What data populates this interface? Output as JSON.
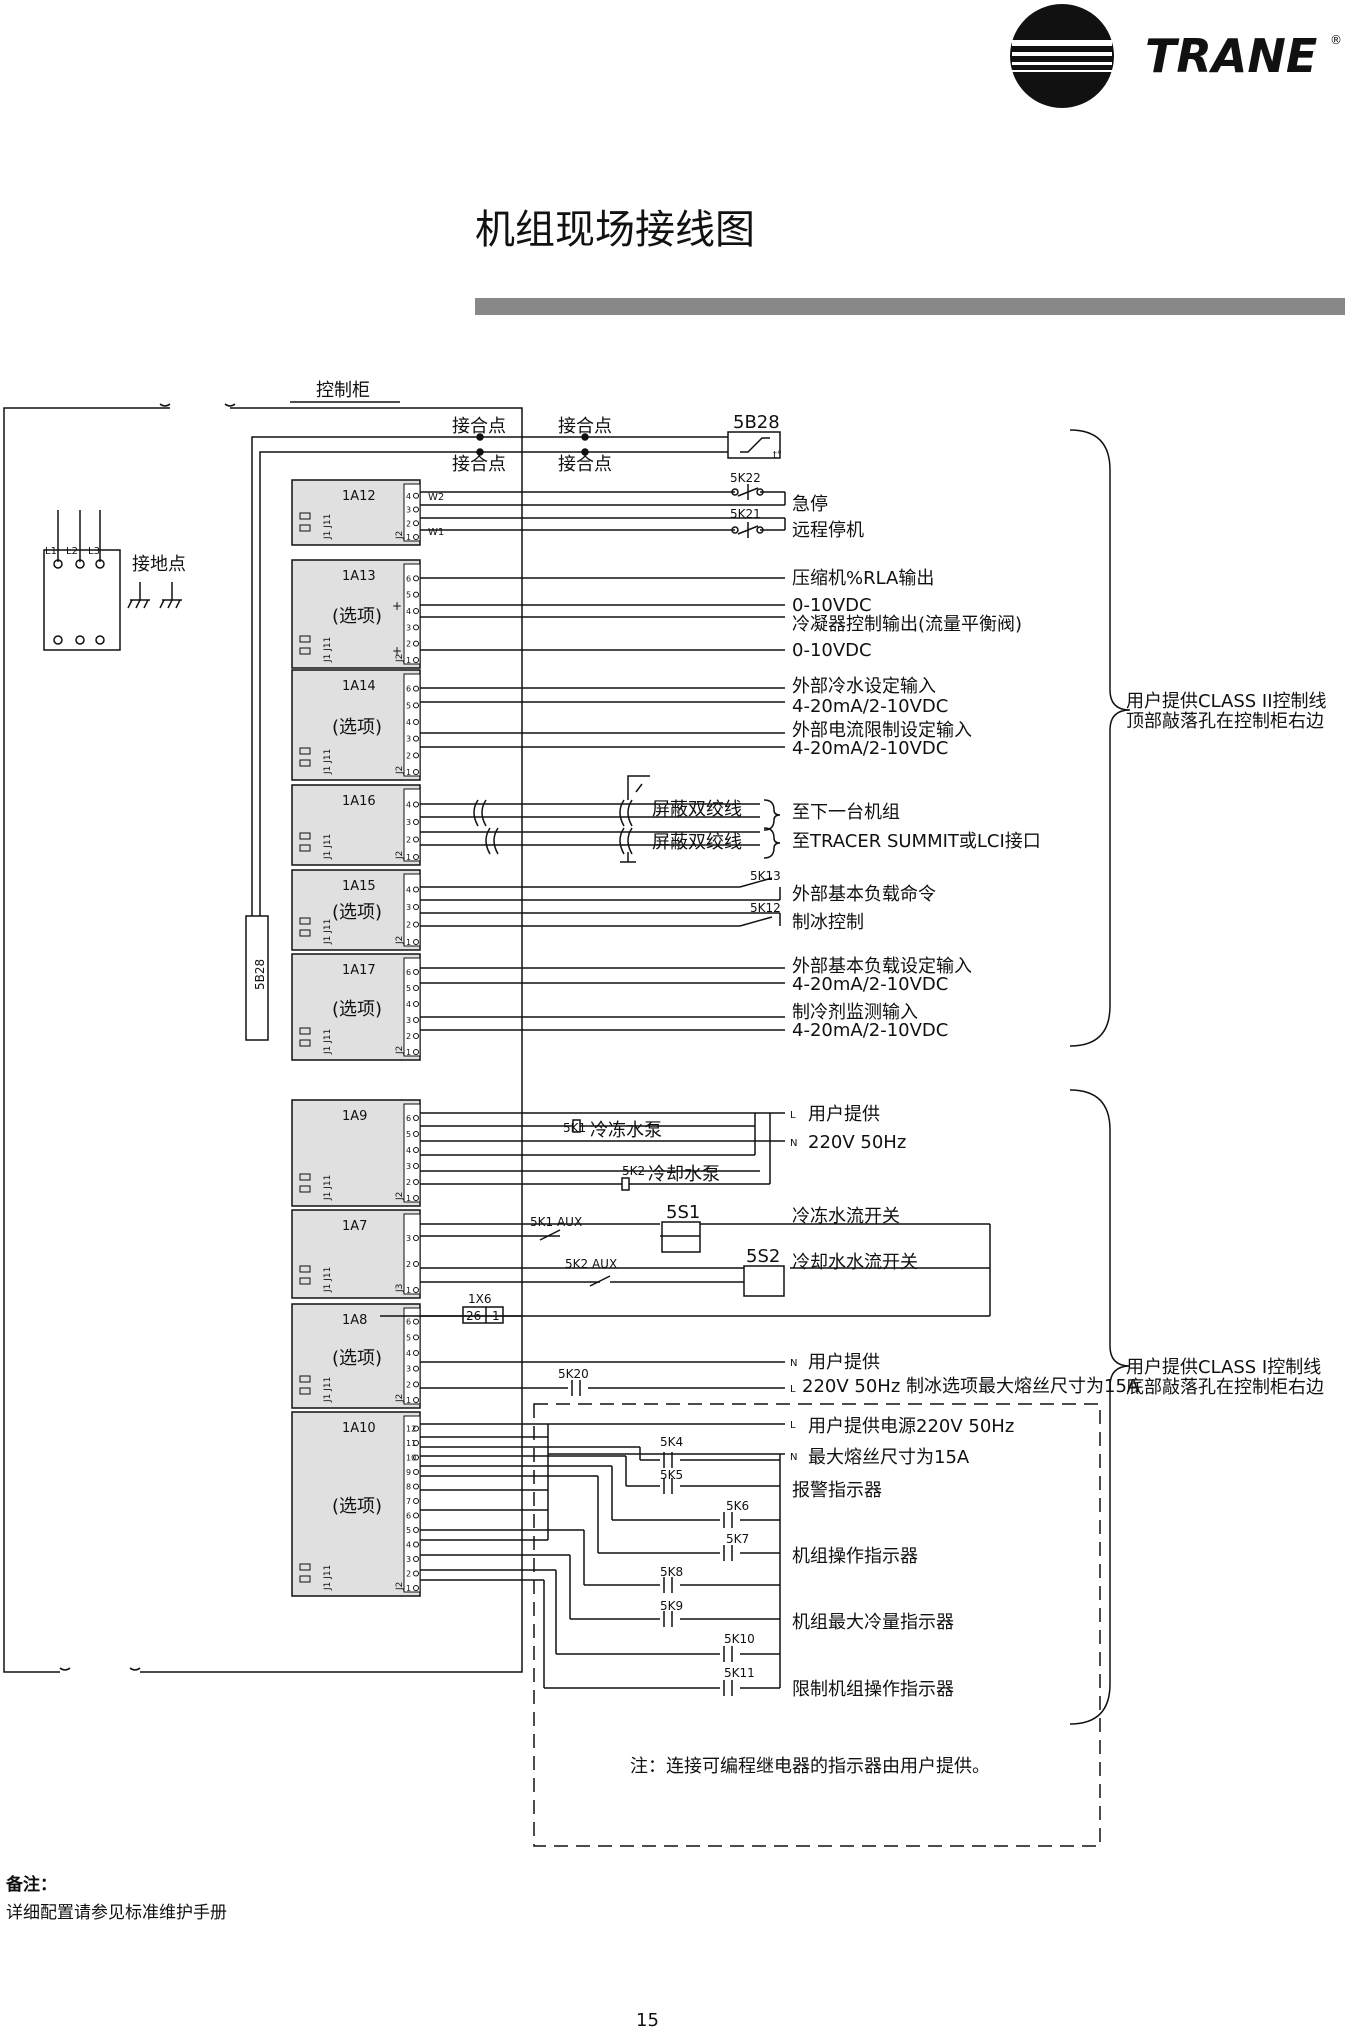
{
  "header": {
    "brand": "TRANE",
    "registered": "®",
    "title": "机组现场接线图"
  },
  "cabinet": {
    "label": "控制柜"
  },
  "terminals": {
    "contact_point": "接合点",
    "ground_point": "接地点",
    "L1": "L1",
    "L2": "L2",
    "L3": "L3"
  },
  "sensor": {
    "id": "5B28",
    "side": "5B28",
    "temp_mark": "t°"
  },
  "modules": [
    {
      "id": "1A12",
      "opt": ""
    },
    {
      "id": "1A13",
      "opt": "(选项)"
    },
    {
      "id": "1A14",
      "opt": "(选项)"
    },
    {
      "id": "1A16",
      "opt": ""
    },
    {
      "id": "1A15",
      "opt": "(选项)"
    },
    {
      "id": "1A17",
      "opt": "(选项)"
    },
    {
      "id": "1A9",
      "opt": ""
    },
    {
      "id": "1A7",
      "opt": ""
    },
    {
      "id": "1A8",
      "opt": "(选项)"
    },
    {
      "id": "1A10",
      "opt": "(选项)"
    }
  ],
  "module_pins": {
    "J1": "J1",
    "J11": "J11",
    "J2": "J2",
    "J3": "J3",
    "plus": "+",
    "W1": "W1",
    "W2": "W2"
  },
  "class2": {
    "emergency_stop": "急停",
    "remote_stop": "远程停机",
    "rla_out": "压缩机%RLA输出",
    "vdc1": "0-10VDC",
    "cond_ctrl": "冷凝器控制输出(流量平衡阀)",
    "vdc2": "0-10VDC",
    "ext_chw_sp": "外部冷水设定输入",
    "ma1": "4-20mA/2-10VDC",
    "ext_cur_lim": "外部电流限制设定输入",
    "ma2": "4-20mA/2-10VDC",
    "shield1": "屏蔽双绞线",
    "to_next": "至下一台机组",
    "shield2": "屏蔽双绞线",
    "to_tracer": "至TRACER SUMMIT或LCI接口",
    "k13": "5K13",
    "base_load_cmd": "外部基本负载命令",
    "k12": "5K12",
    "ice_ctrl": "制冰控制",
    "base_load_sp": "外部基本负载设定输入",
    "ma3": "4-20mA/2-10VDC",
    "refrig_mon": "制冷剂监测输入",
    "ma4": "4-20mA/2-10VDC",
    "k22": "5K22",
    "k21": "5K21",
    "bracket_line1": "用户提供CLASS II控制线",
    "bracket_line2": "顶部敲落孔在控制柜右边"
  },
  "class1": {
    "L": "L",
    "N": "N",
    "user_supply1": "用户提供",
    "v220_1": "220V 50Hz",
    "k1": "5K1",
    "chw_pump": "冷冻水泵",
    "k2": "5K2",
    "cw_pump": "冷却水泵",
    "k1aux": "5K1 AUX",
    "s1": "5S1",
    "chw_flow": "冷冻水流开关",
    "k2aux": "5K2 AUX",
    "s2": "5S2",
    "cw_flow": "冷却水水流开关",
    "x6": "1X6",
    "x6a": "26",
    "x6b": "1",
    "user_supply2": "用户提供",
    "k20": "5K20",
    "v220_2": "220V 50Hz 制冰选项最大熔丝尺寸为15A",
    "user_power": "用户提供电源220V 50Hz",
    "max_fuse": "最大熔丝尺寸为15A",
    "k4": "5K4",
    "k5": "5K5",
    "alarm": "报警指示器",
    "k6": "5K6",
    "k7": "5K7",
    "unit_op": "机组操作指示器",
    "k8": "5K8",
    "k9": "5K9",
    "max_cap": "机组最大冷量指示器",
    "k10": "5K10",
    "k11": "5K11",
    "limit_op": "限制机组操作指示器",
    "note": "注：连接可编程继电器的指示器由用户提供。",
    "bracket_line1": "用户提供CLASS I控制线",
    "bracket_line2": "底部敲落孔在控制柜右边"
  },
  "footer": {
    "note_title": "备注：",
    "note_text": "详细配置请参见标准维护手册",
    "page": "15"
  }
}
